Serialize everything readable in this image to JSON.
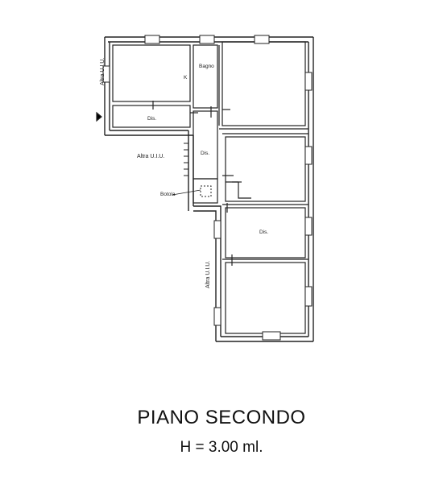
{
  "floor_plan": {
    "labels": {
      "altra_uiu_top": "Altra U.I.U.",
      "altra_uiu_left": "Altra U.I.U.",
      "altra_uiu_bottom": "Altra U.I.U.",
      "bagno": "Bagno",
      "k": "K",
      "dis_corridor": "Dis.",
      "dis_hall": "Dis.",
      "dis_right": "Dis.",
      "botola": "Botola"
    }
  },
  "footer": {
    "title": "PIANO SECONDO",
    "height": "H = 3.00 ml."
  }
}
